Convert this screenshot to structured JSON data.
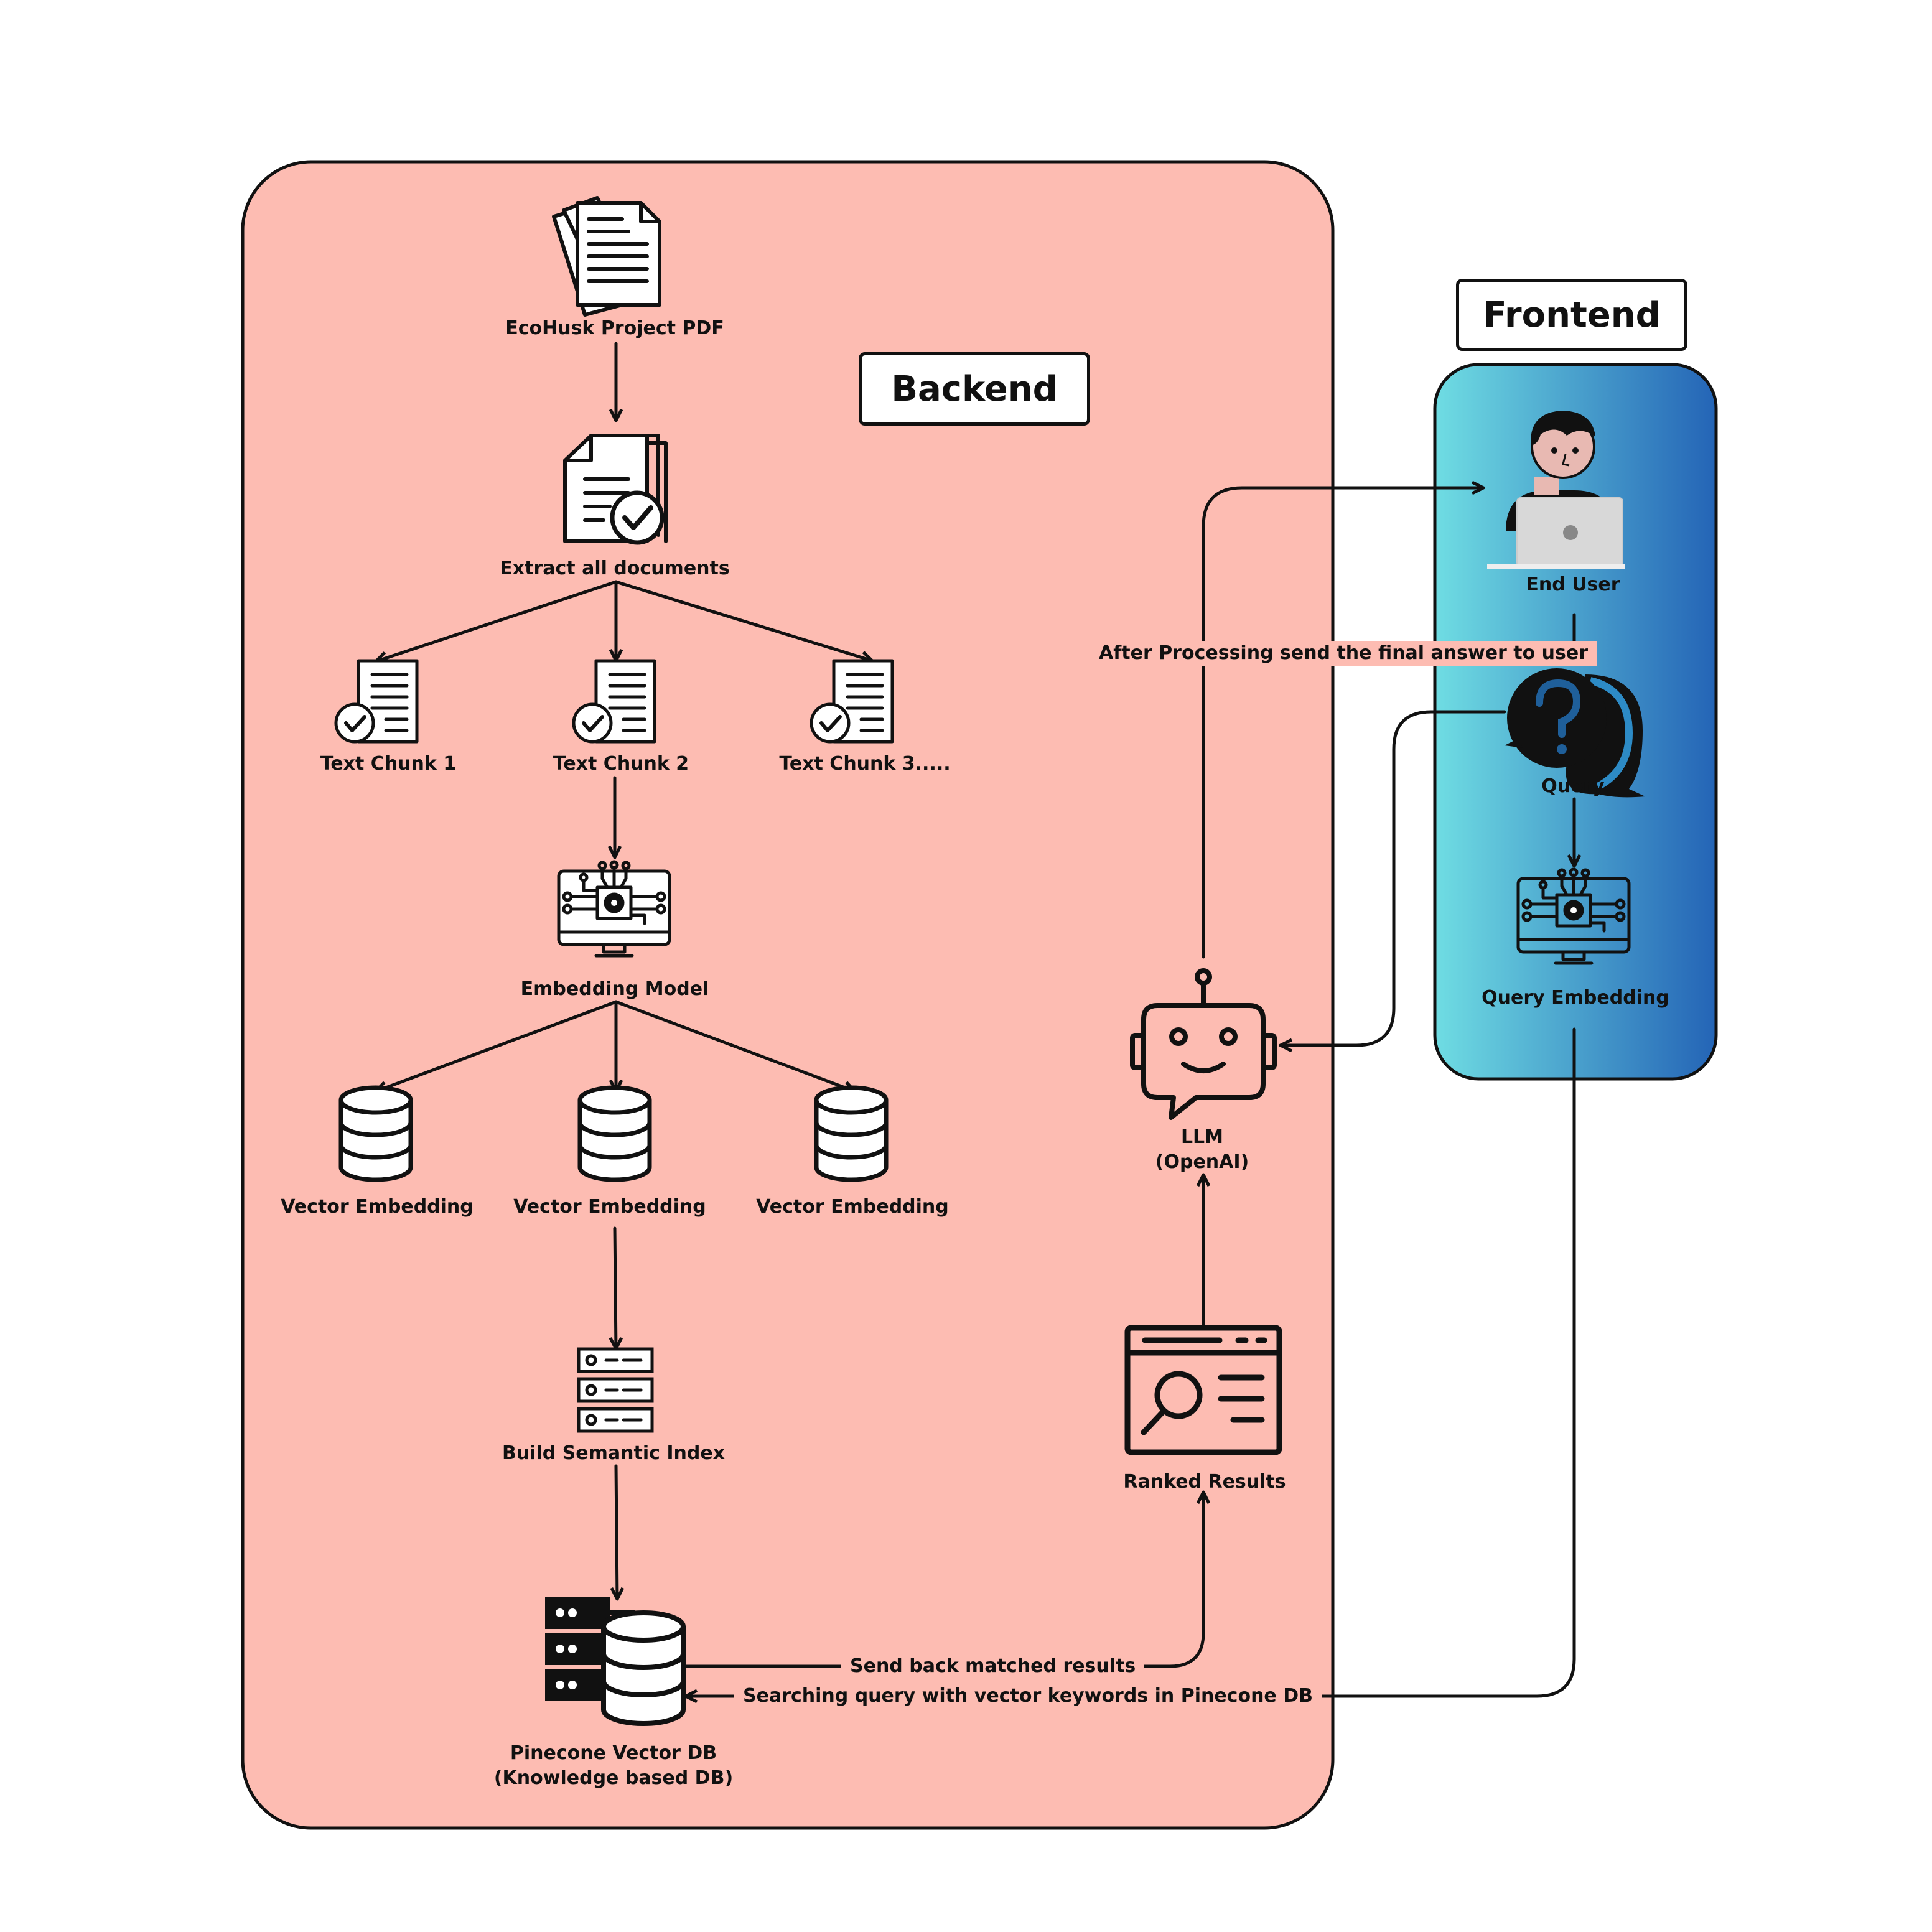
{
  "colors": {
    "backend_fill": "#fdbcb2",
    "frontend_gradient_start": "#6fdde3",
    "frontend_gradient_end": "#2464b6",
    "stroke": "#111111"
  },
  "backend": {
    "title": "Backend",
    "nodes": {
      "pdf": "EcoHusk Project PDF",
      "extract": "Extract all documents",
      "chunk1": "Text Chunk 1",
      "chunk2": "Text Chunk 2",
      "chunk3": "Text Chunk 3.....",
      "embedding_model": "Embedding Model",
      "vector1": "Vector Embedding",
      "vector2": "Vector Embedding",
      "vector3": "Vector Embedding",
      "semantic_index": "Build Semantic Index",
      "pinecone": "Pinecone Vector DB\n(Knowledge based DB)",
      "ranked_results": "Ranked Results",
      "llm": "LLM\n(OpenAI)"
    },
    "flow_labels": {
      "send_back": "Send back matched results",
      "searching": "Searching query with vector keywords in Pinecone DB",
      "after_processing": "After Processing send\nthe final answer to user"
    }
  },
  "frontend": {
    "title": "Frontend",
    "nodes": {
      "end_user": "End User",
      "query": "Query",
      "query_embedding": "Query Embedding"
    }
  },
  "icons": {
    "pdf": "documents-stack-icon",
    "extract": "document-check-icon",
    "chunk": "document-check-icon",
    "embedding_model": "ai-chip-monitor-icon",
    "vector": "database-icon",
    "semantic_index": "server-rack-icon",
    "pinecone": "server-database-icon",
    "ranked_results": "search-results-icon",
    "llm": "chatbot-icon",
    "end_user": "person-laptop-icon",
    "query": "question-chat-icon",
    "query_embedding": "ai-chip-monitor-icon"
  }
}
